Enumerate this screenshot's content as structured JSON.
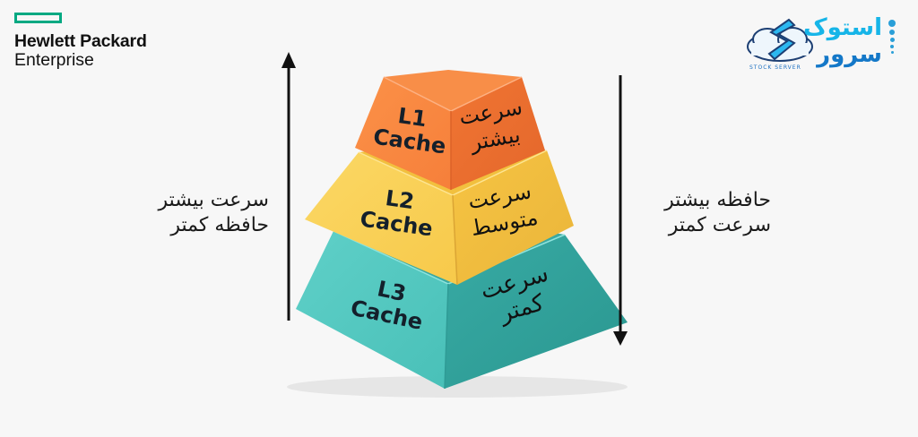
{
  "brand": {
    "hpe_line1": "Hewlett Packard",
    "hpe_line2": "Enterprise",
    "hpe_accent": "#01a982",
    "stock_line1": "استوک",
    "stock_line2": "سرور",
    "stock_english": "STOCK SERVER"
  },
  "left_axis": {
    "direction": "up",
    "line1": "سرعت بیشتر",
    "line2": "حافظه کمتر"
  },
  "right_axis": {
    "direction": "down",
    "line1": "حافظه بیشتر",
    "line2": "سرعت کمتر"
  },
  "levels": [
    {
      "id": "L1",
      "title_line1": "L1",
      "title_line2": "Cache",
      "speed_line1": "سرعت",
      "speed_line2": "بیشتر",
      "color": "#f5823e"
    },
    {
      "id": "L2",
      "title_line1": "L2",
      "title_line2": "Cache",
      "speed_line1": "سرعت",
      "speed_line2": "متوسط",
      "color": "#f7cd4f"
    },
    {
      "id": "L3",
      "title_line1": "L3",
      "title_line2": "Cache",
      "speed_line1": "سرعت",
      "speed_line2": "کمتر",
      "color": "#45bdb6"
    }
  ]
}
